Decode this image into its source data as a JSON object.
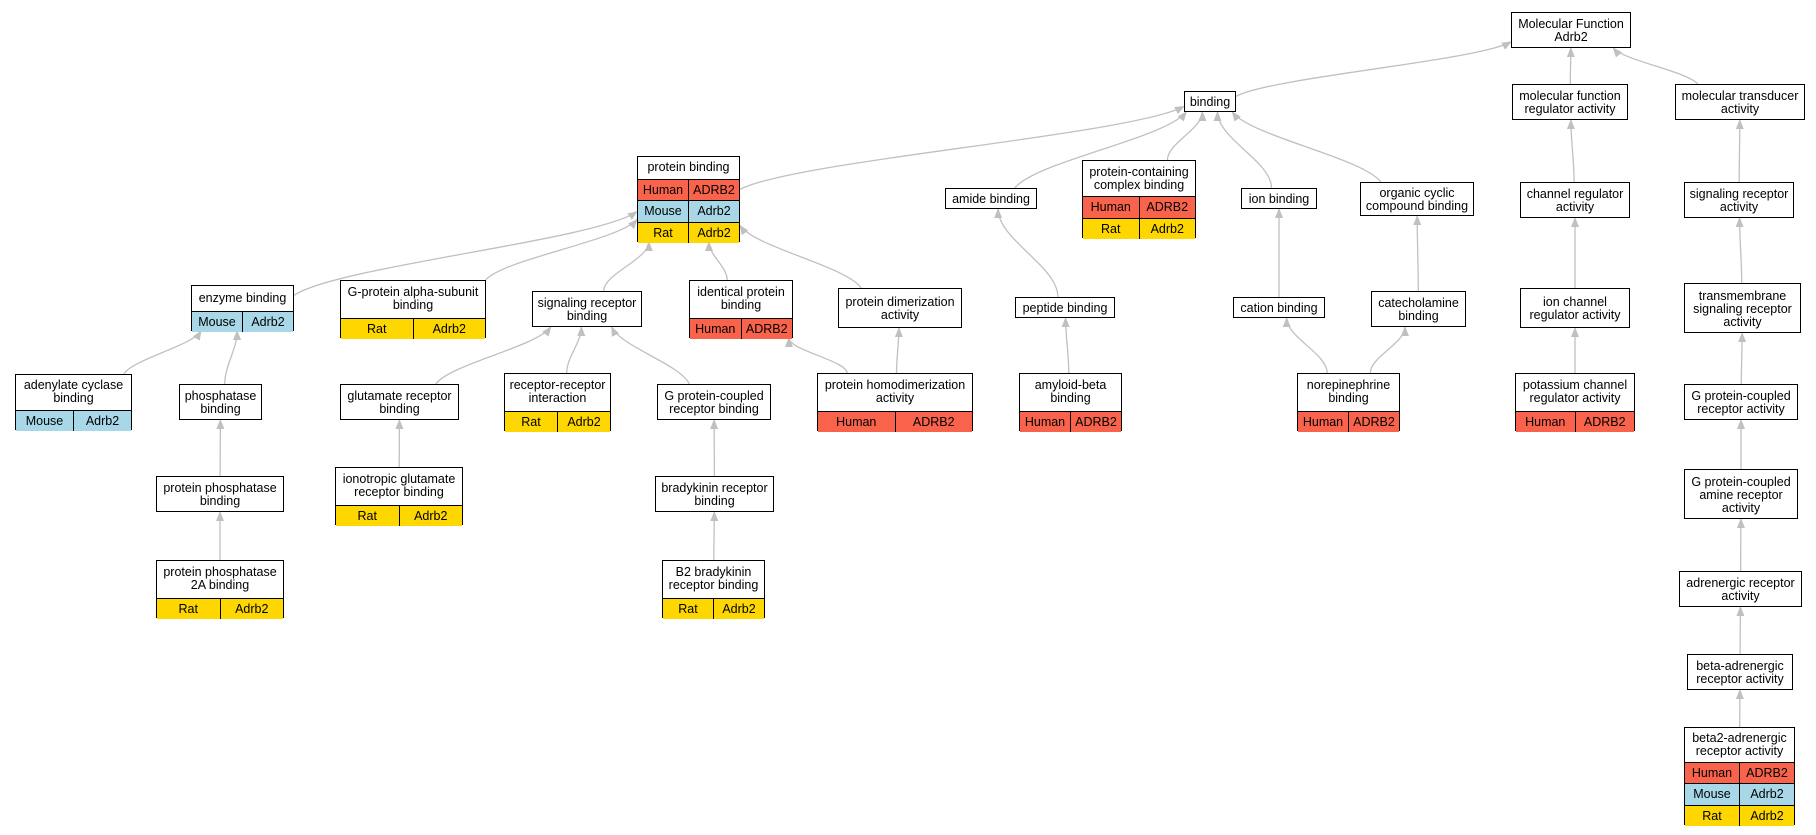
{
  "species_colors": {
    "Human": "#f9634b",
    "Mouse": "#a8d8e8",
    "Rat": "#ffd700"
  },
  "edge_color": "#c0c0c0",
  "nodes": [
    {
      "id": "mf",
      "label": "Molecular Function\nAdrb2",
      "rows": []
    },
    {
      "id": "binding",
      "label": "binding",
      "rows": []
    },
    {
      "id": "mfreg",
      "label": "molecular function\nregulator activity",
      "rows": []
    },
    {
      "id": "mtrans",
      "label": "molecular transducer\nactivity",
      "rows": []
    },
    {
      "id": "protbind",
      "label": "protein binding",
      "rows": [
        [
          "Human",
          "ADRB2"
        ],
        [
          "Mouse",
          "Adrb2"
        ],
        [
          "Rat",
          "Adrb2"
        ]
      ]
    },
    {
      "id": "amide",
      "label": "amide binding",
      "rows": []
    },
    {
      "id": "pcomplex",
      "label": "protein-containing\ncomplex binding",
      "rows": [
        [
          "Human",
          "ADRB2"
        ],
        [
          "Rat",
          "Adrb2"
        ]
      ]
    },
    {
      "id": "ion",
      "label": "ion binding",
      "rows": []
    },
    {
      "id": "organic",
      "label": "organic cyclic\ncompound binding",
      "rows": []
    },
    {
      "id": "chanreg",
      "label": "channel regulator\nactivity",
      "rows": []
    },
    {
      "id": "sigrecact",
      "label": "signaling receptor\nactivity",
      "rows": []
    },
    {
      "id": "enzyme",
      "label": "enzyme binding",
      "rows": [
        [
          "Mouse",
          "Adrb2"
        ]
      ]
    },
    {
      "id": "galpha",
      "label": "G-protein alpha-subunit\nbinding",
      "rows": [
        [
          "Rat",
          "Adrb2"
        ]
      ]
    },
    {
      "id": "sigrecbind",
      "label": "signaling receptor\nbinding",
      "rows": []
    },
    {
      "id": "identical",
      "label": "identical protein\nbinding",
      "rows": [
        [
          "Human",
          "ADRB2"
        ]
      ]
    },
    {
      "id": "dimer",
      "label": "protein dimerization\nactivity",
      "rows": []
    },
    {
      "id": "peptide",
      "label": "peptide binding",
      "rows": []
    },
    {
      "id": "cation",
      "label": "cation binding",
      "rows": []
    },
    {
      "id": "catechol",
      "label": "catecholamine\nbinding",
      "rows": []
    },
    {
      "id": "ionchan",
      "label": "ion channel\nregulator activity",
      "rows": []
    },
    {
      "id": "tmsig",
      "label": "transmembrane\nsignaling receptor\nactivity",
      "rows": []
    },
    {
      "id": "adenylate",
      "label": "adenylate cyclase\nbinding",
      "rows": [
        [
          "Mouse",
          "Adrb2"
        ]
      ]
    },
    {
      "id": "phosph",
      "label": "phosphatase\nbinding",
      "rows": []
    },
    {
      "id": "glutrec",
      "label": "glutamate receptor\nbinding",
      "rows": []
    },
    {
      "id": "recrec",
      "label": "receptor-receptor\ninteraction",
      "rows": [
        [
          "Rat",
          "Adrb2"
        ]
      ]
    },
    {
      "id": "gpcrbind",
      "label": "G protein-coupled\nreceptor binding",
      "rows": []
    },
    {
      "id": "homodimer",
      "label": "protein homodimerization\nactivity",
      "rows": [
        [
          "Human",
          "ADRB2"
        ]
      ]
    },
    {
      "id": "amyloid",
      "label": "amyloid-beta\nbinding",
      "rows": [
        [
          "Human",
          "ADRB2"
        ]
      ]
    },
    {
      "id": "norepi",
      "label": "norepinephrine\nbinding",
      "rows": [
        [
          "Human",
          "ADRB2"
        ]
      ]
    },
    {
      "id": "potassium",
      "label": "potassium channel\nregulator activity",
      "rows": [
        [
          "Human",
          "ADRB2"
        ]
      ]
    },
    {
      "id": "gpcract",
      "label": "G protein-coupled\nreceptor activity",
      "rows": []
    },
    {
      "id": "ionotropic",
      "label": "ionotropic glutamate\nreceptor binding",
      "rows": [
        [
          "Rat",
          "Adrb2"
        ]
      ]
    },
    {
      "id": "ppbind",
      "label": "protein phosphatase\nbinding",
      "rows": []
    },
    {
      "id": "bradyrec",
      "label": "bradykinin receptor\nbinding",
      "rows": []
    },
    {
      "id": "gpcramine",
      "label": "G protein-coupled\namine receptor\nactivity",
      "rows": []
    },
    {
      "id": "pp2a",
      "label": "protein phosphatase\n2A binding",
      "rows": [
        [
          "Rat",
          "Adrb2"
        ]
      ]
    },
    {
      "id": "b2brady",
      "label": "B2 bradykinin\nreceptor binding",
      "rows": [
        [
          "Rat",
          "Adrb2"
        ]
      ]
    },
    {
      "id": "adrenergic",
      "label": "adrenergic receptor\nactivity",
      "rows": []
    },
    {
      "id": "betaadr",
      "label": "beta-adrenergic\nreceptor activity",
      "rows": []
    },
    {
      "id": "beta2",
      "label": "beta2-adrenergic\nreceptor activity",
      "rows": [
        [
          "Human",
          "ADRB2"
        ],
        [
          "Mouse",
          "Adrb2"
        ],
        [
          "Rat",
          "Adrb2"
        ]
      ]
    }
  ]
}
